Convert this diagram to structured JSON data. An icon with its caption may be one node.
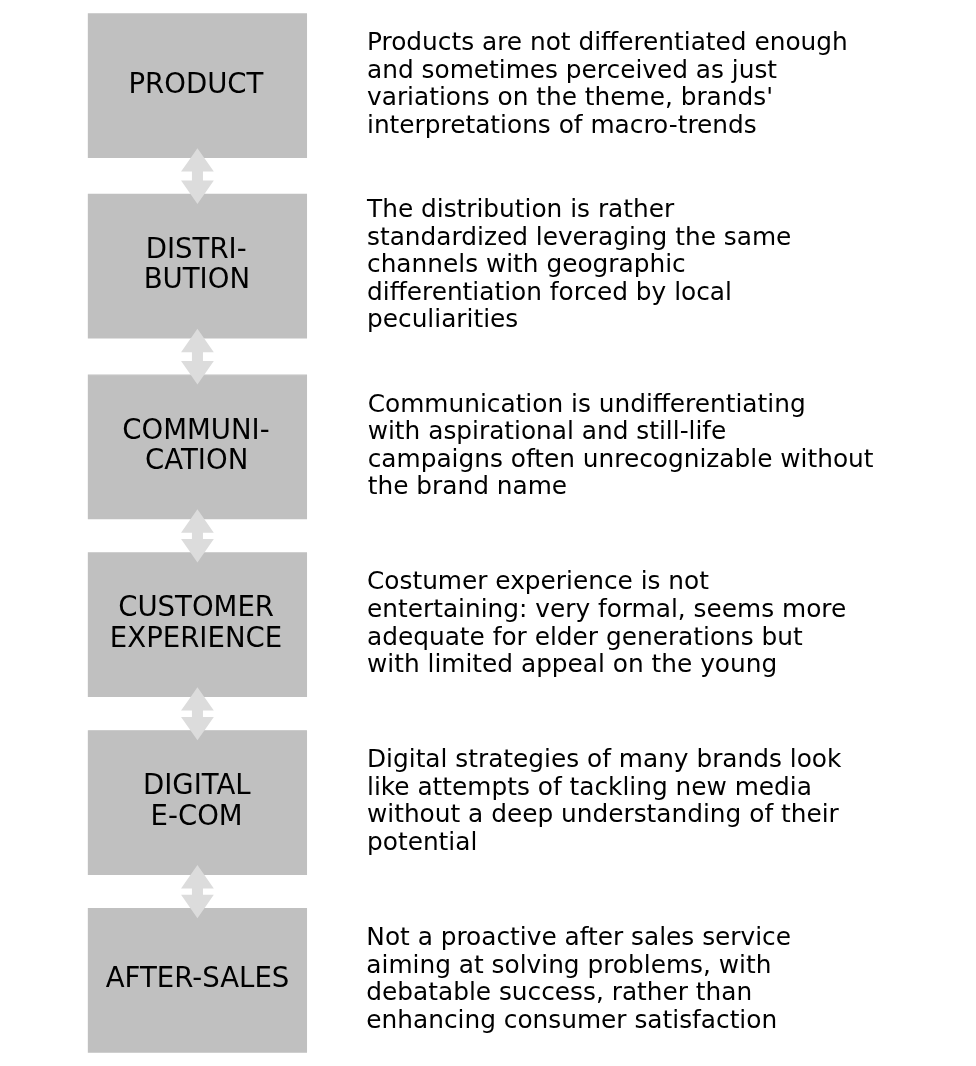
{
  "diagram": {
    "nodes": [
      {
        "text": [
          "PRODUCT"
        ],
        "beside": [
          "Products are not differentiated enough and sometimes perceived as just variations on the theme, brands' interpretations of macro-trends"
        ]
      },
      {
        "text": [
          "DISTRI- BUTION"
        ],
        "beside": [
          "The distribution is rather standardized leveraging the same channels with geographic differentiation forced by local peculiarities"
        ]
      },
      {
        "text": [
          "COMMUNI- CATION"
        ],
        "beside": [
          "Communication is undifferentiating with aspirational and still-life campaigns often unrecognizable without the brand name"
        ]
      },
      {
        "text": [
          "CUSTOMER EXPERIENCE"
        ],
        "beside": [
          "Costumer experience is not entertaining: very formal, seems more adequate for elder generations but with limited appeal on the young"
        ]
      },
      {
        "text": [
          "DIGITAL E-COM"
        ],
        "beside": [
          "Digital strategies of many brands look like attempts of tackling new media without a deep understanding of their potential"
        ]
      },
      {
        "text": [
          "AFTER-SALES"
        ],
        "beside": [
          "Not a proactive after sales service aiming at solving problems, with debatable success, rather than enhancing consumer satisfaction"
        ]
      }
    ],
    "edges": [
      {
        "from": 0,
        "to": 1,
        "arrow": "both"
      },
      {
        "from": 1,
        "to": 2,
        "arrow": "both"
      },
      {
        "from": 2,
        "to": 3,
        "arrow": "both"
      },
      {
        "from": 3,
        "to": 4,
        "arrow": "both"
      },
      {
        "from": 4,
        "to": 5,
        "arrow": "both"
      }
    ]
  }
}
